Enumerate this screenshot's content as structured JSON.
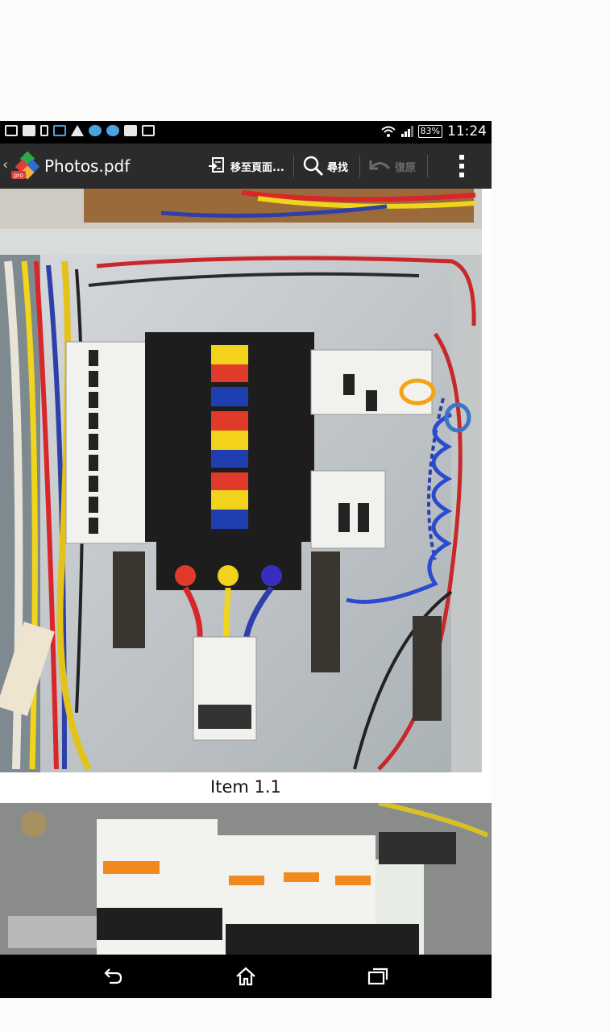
{
  "status_bar": {
    "battery": "83%",
    "time": "11:24",
    "notification_icons": [
      "image-icon",
      "mail-icon",
      "phone-icon",
      "gallery-icon",
      "warning-icon",
      "app-icon",
      "app-icon",
      "chat-icon",
      "screen-icon"
    ]
  },
  "action_bar": {
    "app": "OfficeSuite Pro",
    "document_title": "Photos.pdf",
    "goto_page_label": "移至頁面...",
    "search_label": "尋找",
    "undo_label": "復原"
  },
  "document": {
    "caption_1": "Item 1.1"
  },
  "colors": {
    "action_bar_bg": "#2b2b2b",
    "status_bar_bg": "#000000",
    "busbar_red": "#e03a2a",
    "busbar_yellow": "#f2d21a",
    "busbar_blue": "#1f3fb0"
  }
}
